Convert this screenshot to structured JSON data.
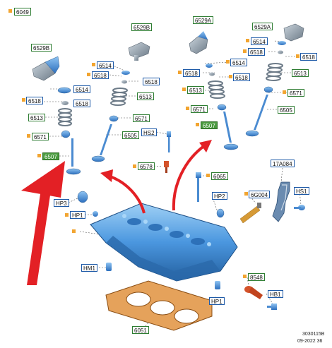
{
  "labels": {
    "l6049": "6049",
    "l6529B_a": "6529B",
    "l6529B_b": "6529B",
    "l6529A_a": "6529A",
    "l6529A_b": "6529A",
    "l6514_a": "6514",
    "l6514_b": "6514",
    "l6514_c": "6514",
    "l6514_d": "6514",
    "l6518_a": "6518",
    "l6518_b": "6518",
    "l6518_c": "6518",
    "l6518_d": "6518",
    "l6518_e": "6518",
    "l6518_f": "6518",
    "l6518_g": "6518",
    "l6518_h": "6518",
    "l6513_a": "6513",
    "l6513_b": "6513",
    "l6513_c": "6513",
    "l6513_d": "6513",
    "l6571_a": "6571",
    "l6571_b": "6571",
    "l6571_c": "6571",
    "l6571_d": "6571",
    "l6505_a": "6505",
    "l6505_b": "6505",
    "l6507_a": "6507",
    "l6507_b": "6507",
    "lHS2": "HS2",
    "l6578": "6578",
    "l6065": "6065",
    "l17A084": "17A084",
    "lHP3": "HP3",
    "lHP1_a": "HP1",
    "lHP2": "HP2",
    "l6G004": "6G004",
    "lHS1": "HS1",
    "lHM1": "HM1",
    "l8548": "8548",
    "lHB1": "HB1",
    "lHP1_b": "HP1",
    "l6051": "6051"
  },
  "footer": {
    "ref": "3030115B",
    "date": "09-2022 36"
  },
  "colors": {
    "label_border": "#2e7d32",
    "label_highlight": "#4a9a3f",
    "bullet": "#f2a531",
    "part_blue": "#3a86d6",
    "arrow_red": "#e32025",
    "gasket": "#c47a2c"
  }
}
